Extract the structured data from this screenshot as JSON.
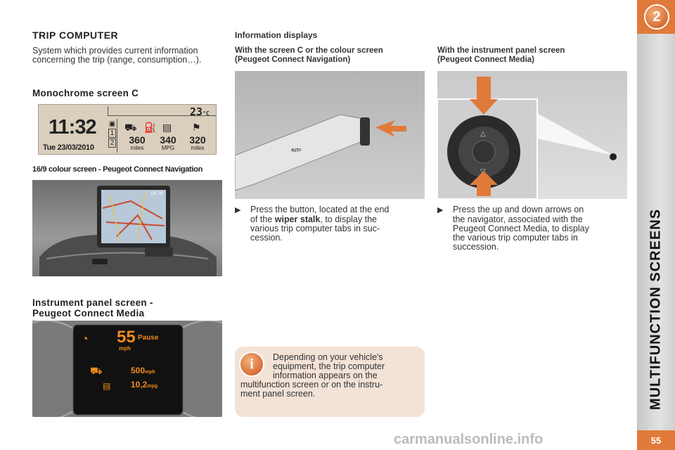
{
  "chapter": {
    "number": "2",
    "title": "MULTIFUNCTION SCREENS",
    "page": "55"
  },
  "trip": {
    "title": "TRIP COMPUTER",
    "intro_line1": "System which provides current information",
    "intro_line2": "concerning the trip (range, consumption…)."
  },
  "mono": {
    "title": "Monochrome screen C",
    "time": "11:32",
    "date": "Tue 23/03/2010",
    "temp": "23",
    "temp_unit": "°C",
    "values": [
      {
        "value": "360",
        "unit": "miles"
      },
      {
        "value": "340",
        "unit": "MPG"
      },
      {
        "value": "320",
        "unit": "miles"
      }
    ],
    "tabs": [
      "1",
      "2"
    ]
  },
  "colour": {
    "caption": "16/9 colour screen - Peugeot Connect Navigation",
    "clock": "14:78"
  },
  "instrument": {
    "title_line1": "Instrument panel screen -",
    "title_line2": "Peugeot Connect Media",
    "speed": "55",
    "speed_unit": "mph",
    "status": "Pause",
    "range": "500",
    "range_unit": "mph",
    "consumption": "10,2",
    "consumption_unit": "mpg"
  },
  "info": {
    "title": "Information displays",
    "colA_title_line1": "With the screen C or the colour screen",
    "colA_title_line2": "(Peugeot Connect Navigation)",
    "colB_title_line1": "With the instrument panel screen",
    "colB_title_line2": "(Peugeot Connect Media)",
    "colA_text_1": "Press the button, located at the end",
    "colA_text_2a": "of the ",
    "colA_text_2b": "wiper stalk",
    "colA_text_2c": ", to display the",
    "colA_text_3": "various trip computer tabs in suc-",
    "colA_text_4": "cession.",
    "colB_text_1": "Press the up and down arrows on",
    "colB_text_2": "the navigator, associated with the",
    "colB_text_3": "Peugeot Connect Media, to display",
    "colB_text_4": "the various trip computer tabs in",
    "colB_text_5": "succession.",
    "stalk_label": "AUTO"
  },
  "note": {
    "line1": "Depending on your vehicle's",
    "line2": "equipment, the trip computer",
    "line3": "information appears on the",
    "line4": "multifunction screen or on the instru-",
    "line5": "ment panel screen."
  },
  "footer": "carmanualsonline.info",
  "colors": {
    "accent": "#e07a3a",
    "note_bg": "#f3e2d6",
    "display_orange": "#f08a1c"
  }
}
